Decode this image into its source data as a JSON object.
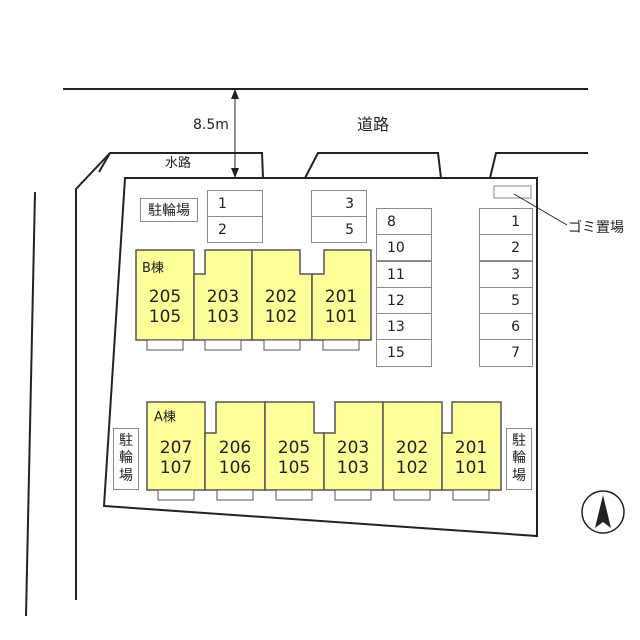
{
  "road": {
    "label": "道路",
    "width_label": "8.5m"
  },
  "waterway_label": "水路",
  "garbage_label": "ゴミ置場",
  "bike_parking_label": "駐輪場",
  "bike_parking_vertical": [
    "駐",
    "輪",
    "場"
  ],
  "parking_top_left": [
    "1",
    "2"
  ],
  "parking_top_mid": [
    "3",
    "5"
  ],
  "parking_column_mid": [
    "8",
    "10",
    "11",
    "12",
    "13",
    "15"
  ],
  "parking_column_right": [
    "1",
    "2",
    "3",
    "5",
    "6",
    "7"
  ],
  "building_b": {
    "label": "B棟",
    "units": [
      {
        "upper": "205",
        "lower": "105"
      },
      {
        "upper": "203",
        "lower": "103"
      },
      {
        "upper": "202",
        "lower": "102"
      },
      {
        "upper": "201",
        "lower": "101"
      }
    ]
  },
  "building_a": {
    "label": "A棟",
    "units": [
      {
        "upper": "207",
        "lower": "107"
      },
      {
        "upper": "206",
        "lower": "106"
      },
      {
        "upper": "205",
        "lower": "105"
      },
      {
        "upper": "203",
        "lower": "103"
      },
      {
        "upper": "202",
        "lower": "102"
      },
      {
        "upper": "201",
        "lower": "101"
      }
    ]
  },
  "colors": {
    "building_fill": "#ffff99",
    "building_stroke": "#555555",
    "line": "#222222",
    "cell_border": "#8a8a8a"
  },
  "icons": {
    "north_arrow": "north-arrow-icon"
  }
}
